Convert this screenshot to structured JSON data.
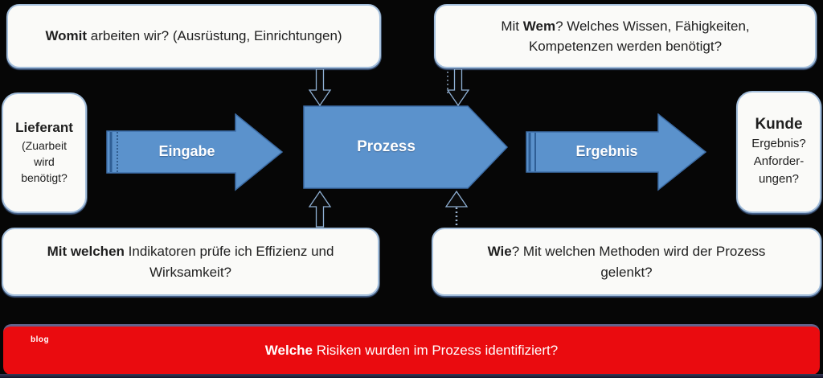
{
  "colors": {
    "background": "#060606",
    "arrow_blue": "#5b92cc",
    "arrow_blue_border": "#3d6da6",
    "arrow_stripe": "#2f5e95",
    "box_background": "#fafaf8",
    "box_border": "#a3bedb",
    "text_dark": "#1f1f1f",
    "risk_red": "#ea0b0f",
    "risk_bar_top_border": "#63638c",
    "connector_outline": "#8fb0d4"
  },
  "boxes": {
    "top_left": {
      "bold": "Womit",
      "rest": " arbeiten wir? (Ausrüstung, Einrichtungen)"
    },
    "top_right": {
      "prefix": "Mit ",
      "bold": "Wem",
      "line1_rest": "? Welches Wissen, Fähigkeiten,",
      "line2": "Kompetenzen werden benötigt?"
    },
    "lieferant": {
      "title": "Lieferant",
      "line1": "(Zuarbeit",
      "line2": "wird",
      "line3": "benötigt?"
    },
    "kunde": {
      "title": "Kunde",
      "line1": "Ergebnis?",
      "line2": "Anforder-",
      "line3": "ungen?"
    },
    "bottom_left": {
      "bold": "Mit welchen",
      "line1_rest": " Indikatoren prüfe ich Effizienz und",
      "line2": "Wirksamkeit?"
    },
    "bottom_right": {
      "bold": "Wie",
      "line1_rest": "? Mit welchen Methoden wird der Prozess",
      "line2": "gelenkt?"
    }
  },
  "arrows": {
    "eingabe": "Eingabe",
    "prozess": "Prozess",
    "ergebnis": "Ergebnis"
  },
  "risk_bar": {
    "bold": "Welche",
    "rest": " Risiken wurden im Prozess identifiziert?",
    "watermark": "blog"
  }
}
